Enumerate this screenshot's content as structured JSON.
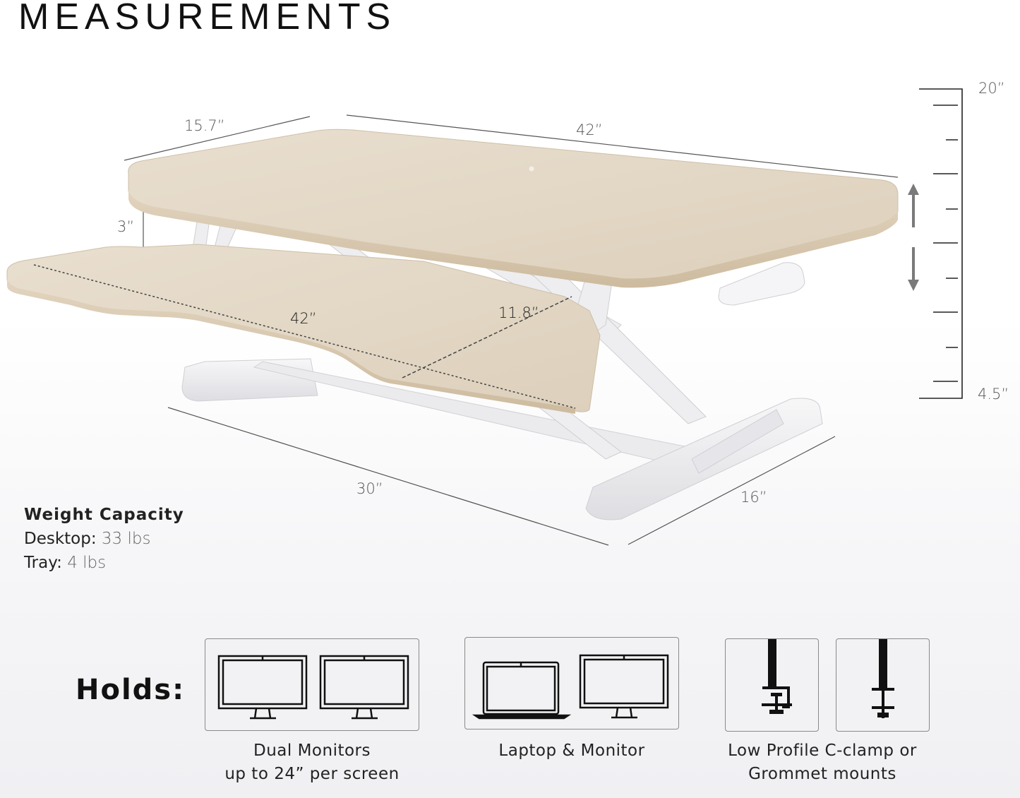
{
  "title": "MEASUREMENTS",
  "dimensions": {
    "desktop_depth": "15.7”",
    "desktop_width": "42”",
    "clearance": "3”",
    "tray_width": "42”",
    "tray_depth": "11.8”",
    "base_length": "30”",
    "base_depth": "16”",
    "height_max": "20”",
    "height_min": "4.5”"
  },
  "weight_capacity": {
    "heading": "Weight Capacity",
    "desktop_label": "Desktop:",
    "desktop_value": "33 lbs",
    "tray_label": "Tray:",
    "tray_value": "4 lbs"
  },
  "holds": {
    "label": "Holds:",
    "options": [
      {
        "caption_line1": "Dual Monitors",
        "caption_line2": "up to 24” per screen",
        "icons": [
          "monitor-icon",
          "monitor-icon"
        ]
      },
      {
        "caption_line1": "Laptop & Monitor",
        "caption_line2": "",
        "icons": [
          "laptop-icon",
          "monitor-icon"
        ]
      },
      {
        "caption_line1": "Low Profile C-clamp or",
        "caption_line2": "Grommet mounts",
        "icons": [
          "c-clamp-icon",
          "grommet-icon"
        ]
      }
    ]
  },
  "colors": {
    "wood": "#e3d7c5",
    "wood_edge": "#d6c7b0",
    "frame": "#f1f1f3",
    "arrow": "#7a7a7a"
  }
}
